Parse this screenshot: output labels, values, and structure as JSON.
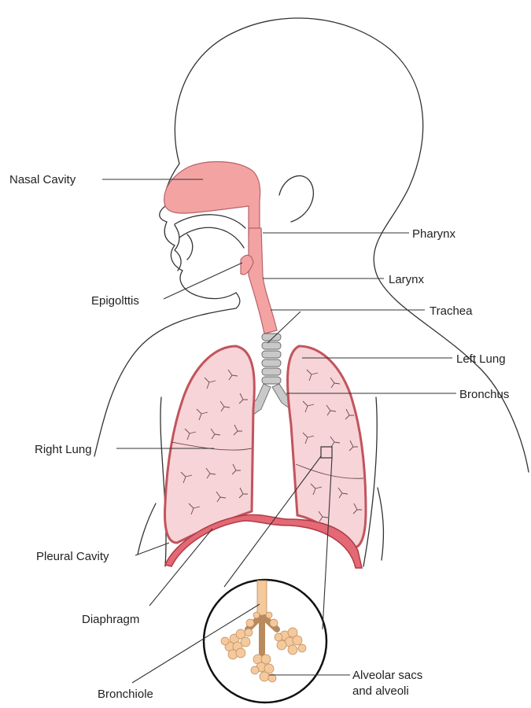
{
  "diagram": {
    "colors": {
      "airway": "#f4a3a3",
      "lung": "#f7d4d8",
      "lung_border": "#c2545c",
      "cartilage": "#c9c9c9",
      "alveoli": "#f5c99b",
      "line": "#333333"
    },
    "labels": {
      "nasal_cavity": "Nasal Cavity",
      "pharynx": "Pharynx",
      "larynx": "Larynx",
      "epiglottis": "Epigolttis",
      "trachea": "Trachea",
      "left_lung": "Left Lung",
      "bronchus": "Bronchus",
      "right_lung": "Right Lung",
      "pleural_cavity": "Pleural Cavity",
      "diaphragm": "Diaphragm",
      "alveolar_line1": "Alveolar sacs",
      "alveolar_line2": "and alveoli",
      "bronchiole": "Bronchiole"
    }
  }
}
